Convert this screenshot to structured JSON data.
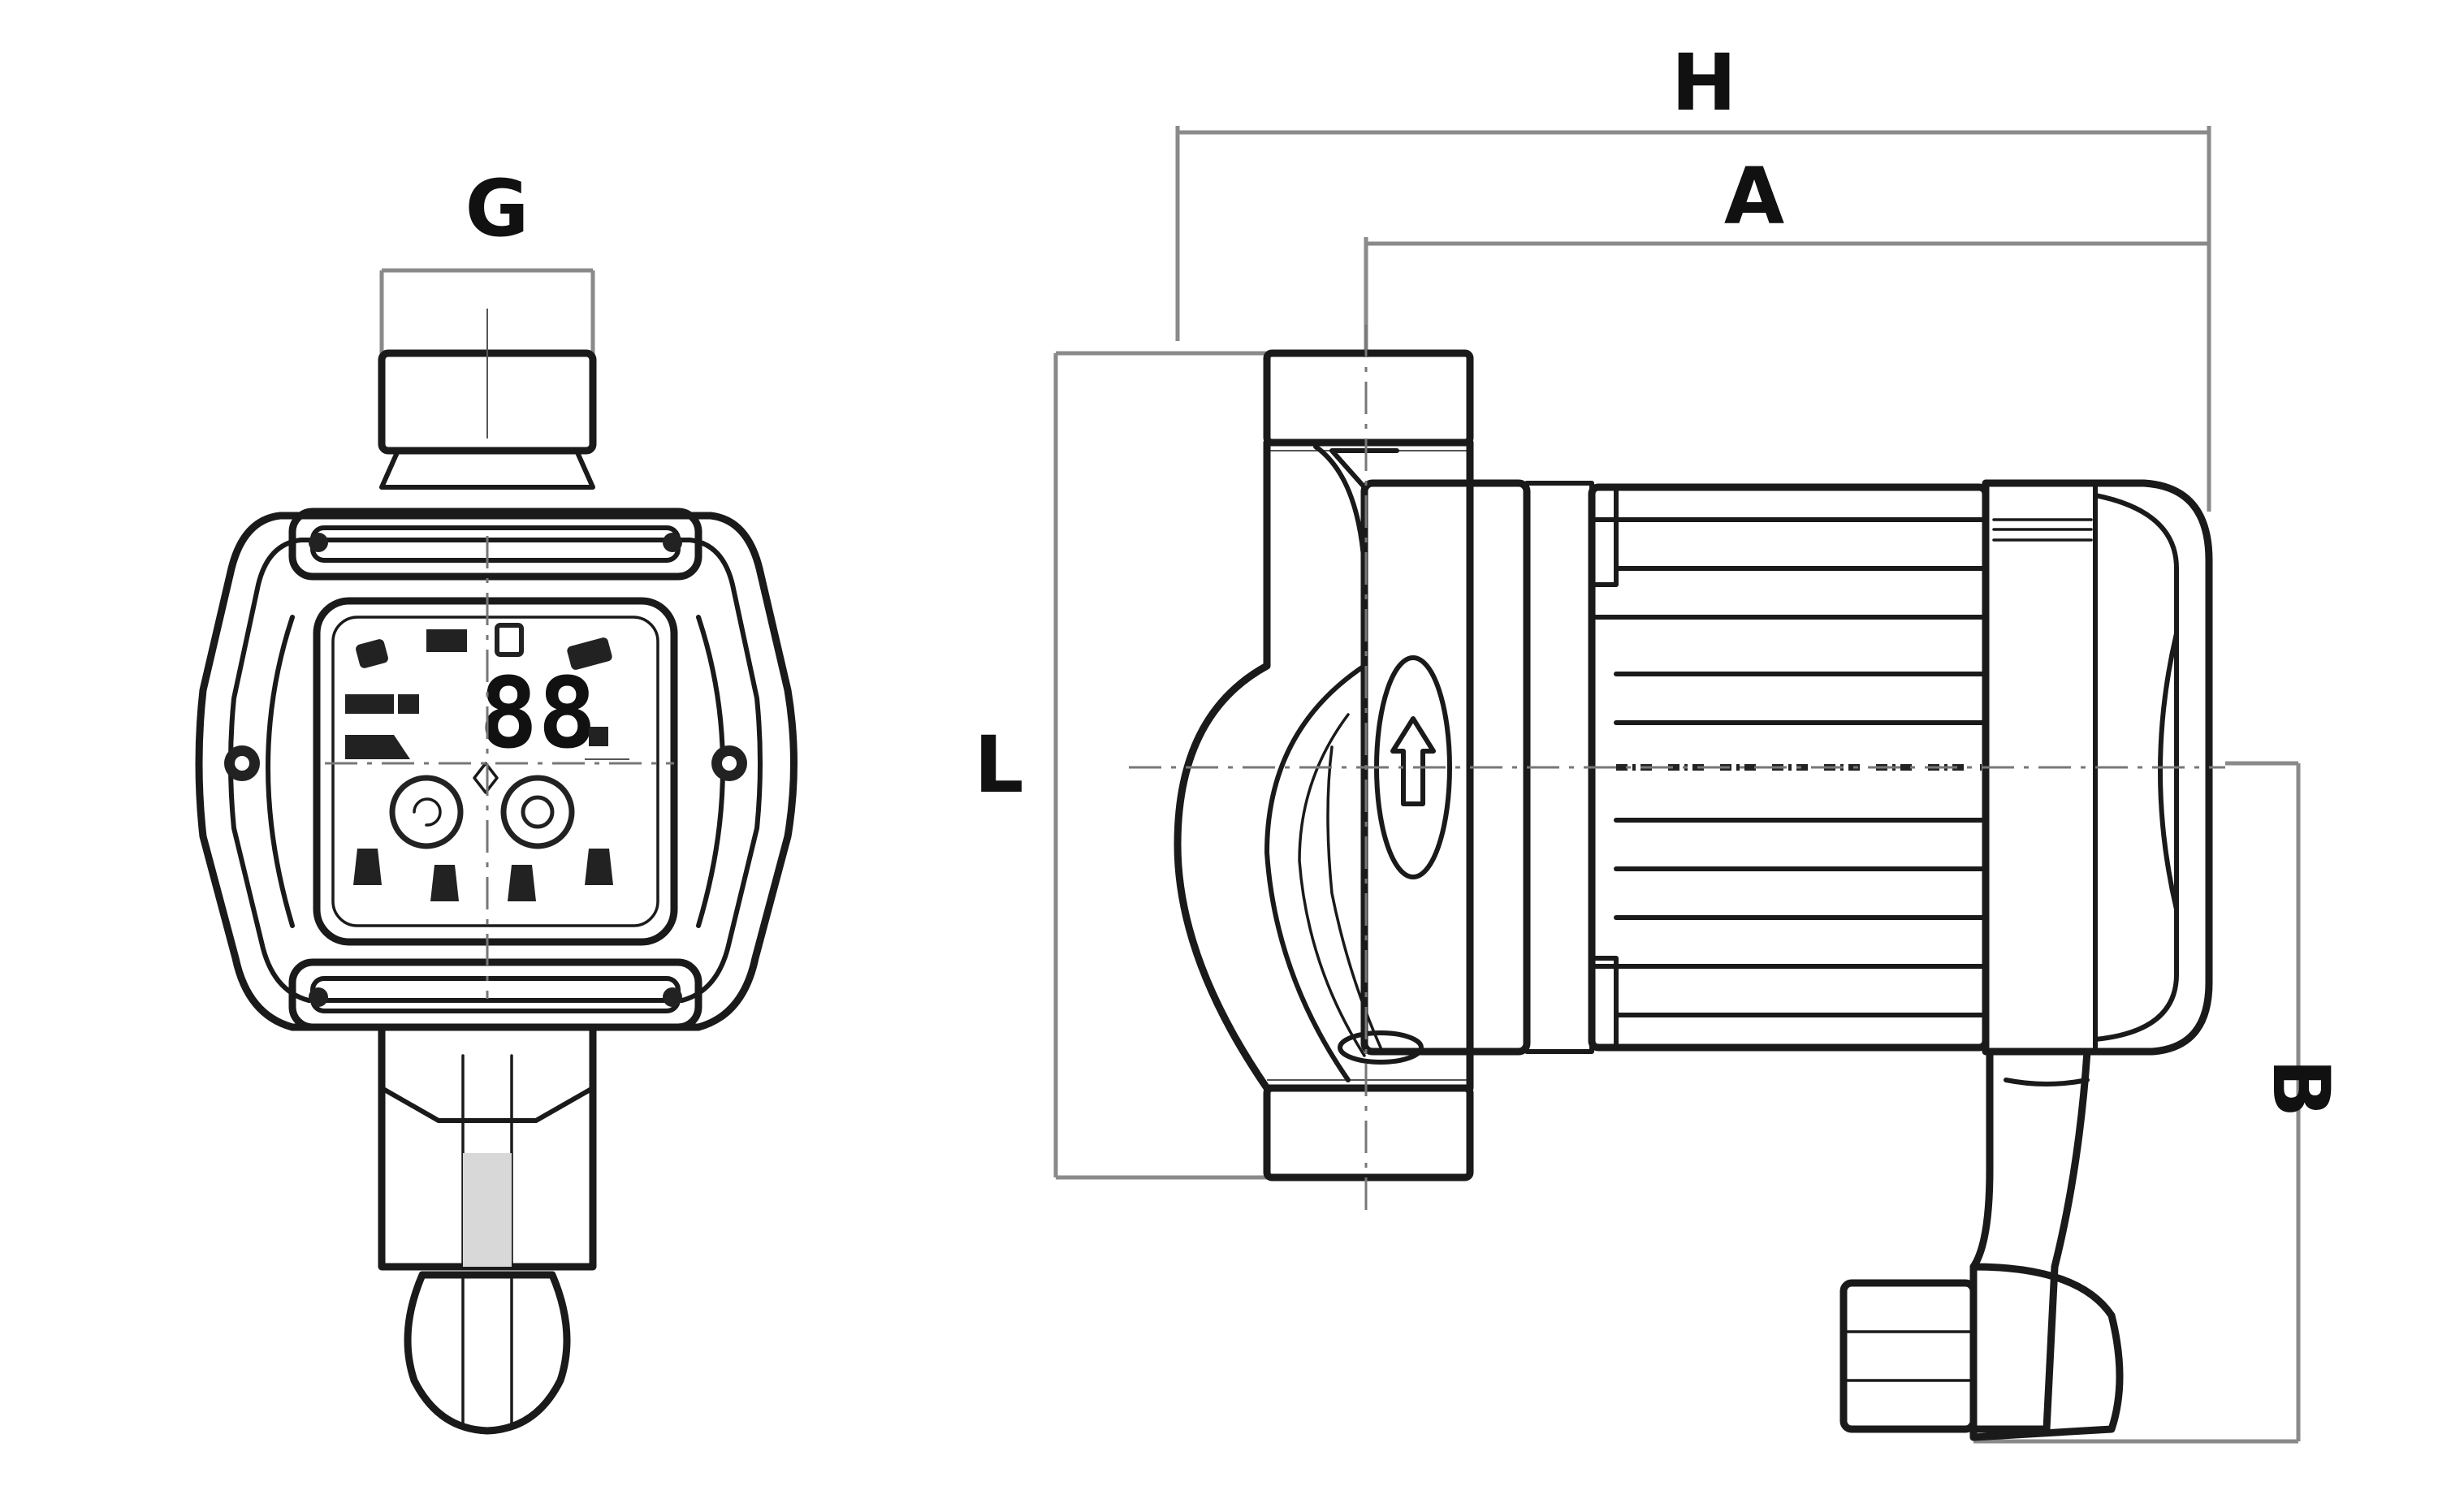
{
  "labels": {
    "g": "G",
    "h": "H",
    "a": "A",
    "l": "L",
    "b": "B"
  },
  "display": {
    "digits": "88"
  },
  "colors": {
    "line": "#1a1a1a",
    "dimension": "#8a8a8a",
    "background": "#ffffff"
  }
}
